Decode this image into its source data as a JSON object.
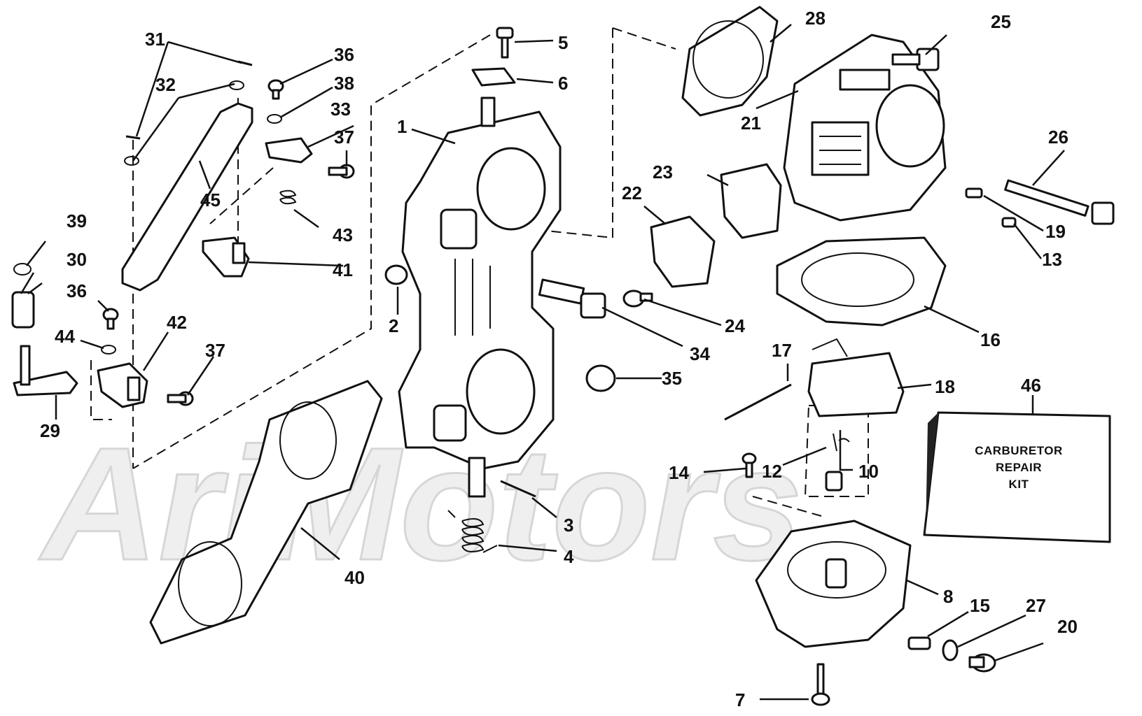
{
  "kit": {
    "lines": [
      "CARBURETOR",
      "REPAIR",
      "KIT"
    ]
  },
  "watermark": {
    "text": "AriMotors"
  },
  "callouts": [
    "1",
    "2",
    "3",
    "4",
    "5",
    "6",
    "7",
    "8",
    "10",
    "12",
    "13",
    "14",
    "15",
    "16",
    "17",
    "18",
    "19",
    "20",
    "21",
    "22",
    "23",
    "24",
    "25",
    "26",
    "27",
    "28",
    "29",
    "30",
    "31",
    "32",
    "33",
    "34",
    "35",
    "36",
    "36",
    "37",
    "37",
    "38",
    "39",
    "40",
    "41",
    "42",
    "43",
    "44",
    "45",
    "46"
  ],
  "colors": {
    "ink": "#111111",
    "paper": "#ffffff",
    "watermark": "#efefef"
  }
}
